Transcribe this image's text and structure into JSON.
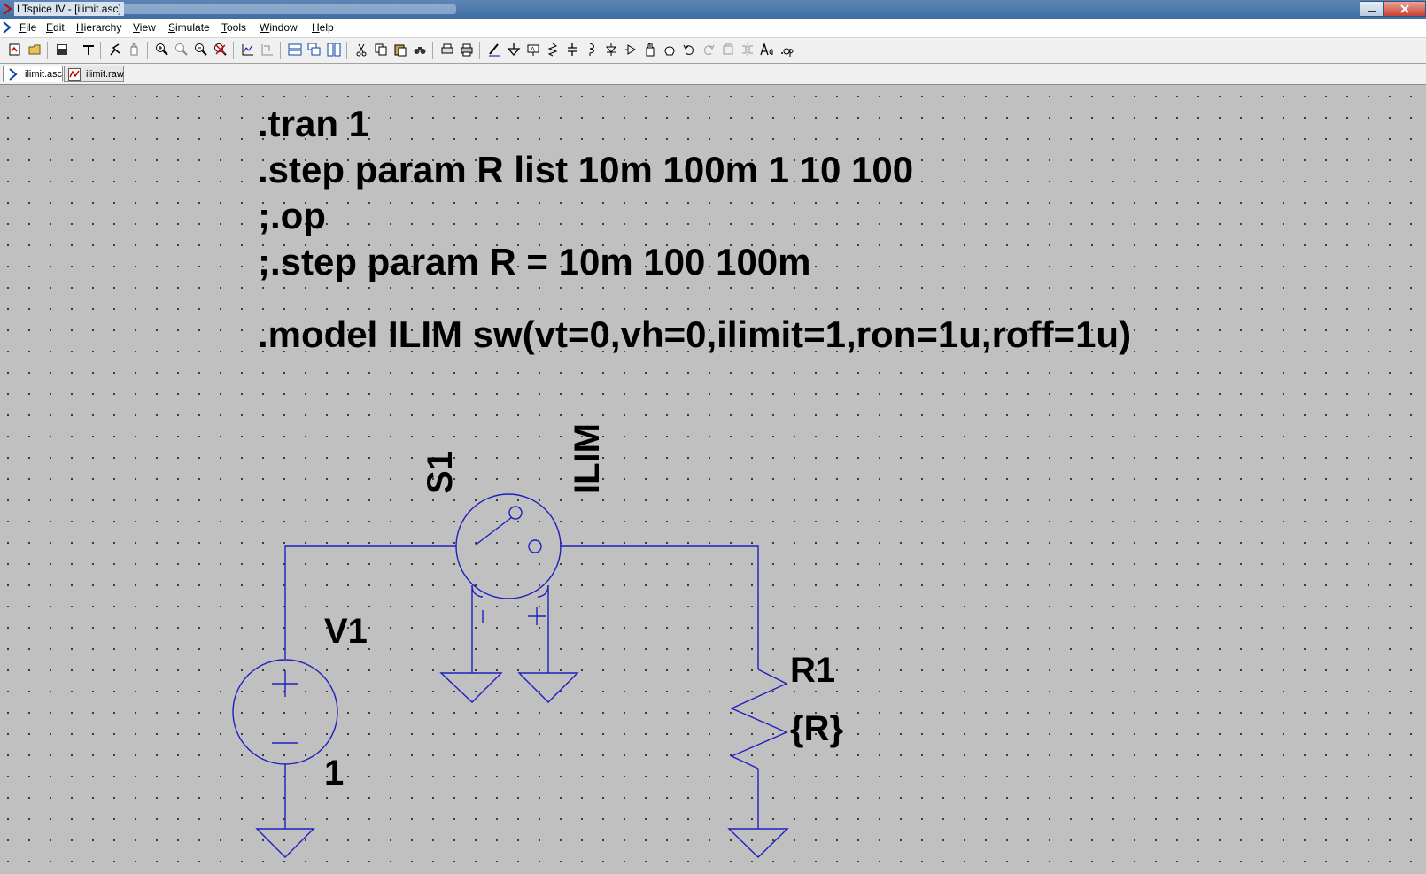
{
  "window": {
    "title": "LTspice IV - [ilimit.asc]"
  },
  "menu": {
    "items": [
      {
        "mnemonic": "F",
        "rest": "ile"
      },
      {
        "mnemonic": "E",
        "rest": "dit"
      },
      {
        "mnemonic": "H",
        "rest": "ierarchy"
      },
      {
        "mnemonic": "V",
        "rest": "iew"
      },
      {
        "mnemonic": "S",
        "rest": "imulate"
      },
      {
        "mnemonic": "T",
        "rest": "ools"
      },
      {
        "mnemonic": "W",
        "rest": "indow"
      },
      {
        "mnemonic": "H",
        "rest": "elp"
      }
    ]
  },
  "toolbar": {
    "icons": [
      "new-schematic-icon",
      "open-icon",
      "save-icon",
      "control-panel-icon",
      "run-icon",
      "halt-icon",
      "zoom-in-icon",
      "pan-icon",
      "zoom-out-icon",
      "zoom-fit-icon",
      "autorange-icon",
      "zoom-back-icon",
      "tile-horizontal-icon",
      "cascade-icon",
      "tile-vertical-icon",
      "cut-icon",
      "copy-icon",
      "paste-icon",
      "find-icon",
      "print-setup-icon",
      "print-icon",
      "wire-icon",
      "ground-icon",
      "label-net-icon",
      "resistor-icon",
      "capacitor-icon",
      "inductor-icon",
      "diode-icon",
      "component-icon",
      "move-icon",
      "drag-icon",
      "undo-icon",
      "redo-icon",
      "rotate-icon",
      "mirror-icon",
      "text-icon",
      "spice-directive-icon"
    ]
  },
  "tabs": [
    {
      "label": "ilimit.asc",
      "icon": "schematic-icon",
      "active": true
    },
    {
      "label": "ilimit.raw",
      "icon": "waveform-icon",
      "active": false
    }
  ],
  "schematic": {
    "directives": [
      ".tran 1",
      ".step param R list 10m 100m 1 10 100",
      ";.op",
      ";.step param R = 10m 100 100m",
      ".model ILIM sw(vt=0,vh=0,ilimit=1,ron=1u,roff=1u)"
    ],
    "v1_name": "V1",
    "v1_value": "1",
    "r1_name": "R1",
    "r1_value": "{R}",
    "s1_name": "S1",
    "s1_model": "ILIM",
    "wire_color": "#1f1fbf",
    "background_color": "#c0c0c0"
  }
}
